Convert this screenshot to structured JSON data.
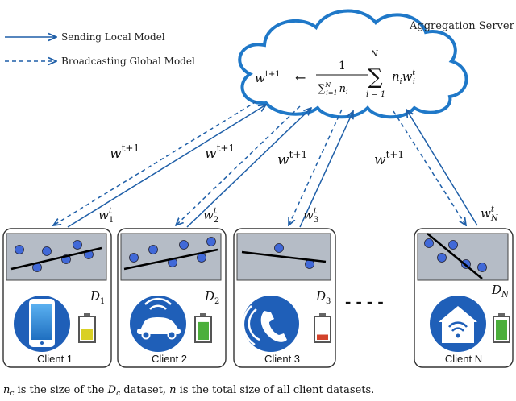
{
  "legend": {
    "sending_label": "Sending Local Model",
    "broadcasting_label": "Broadcasting Global Model",
    "colors": {
      "arrow": "#1f5fa8"
    }
  },
  "server": {
    "title": "Aggregation Server",
    "formula_lhs": "w",
    "formula_lhs_sup": "t+1",
    "formula_arrow": "←",
    "formula_numerator": "1",
    "formula_denominator": "∑",
    "formula_den_sup": "N",
    "formula_den_sub": "i=1",
    "formula_den_tail": "n",
    "formula_den_tail_sub": "i",
    "sum_symbol": "∑",
    "sum_top": "N",
    "sum_bottom": "i = 1",
    "sum_term": "n",
    "sum_term_sub": "i",
    "sum_term_w": "w",
    "sum_term_w_sub": "i",
    "sum_term_w_sup": "t",
    "cloud_color": "#1f78c8"
  },
  "arrows": {
    "global_label_base": "w",
    "global_label_sup": "t+1",
    "local_label_base": "w",
    "local_label_sup": "t"
  },
  "clients": [
    {
      "name": "Client 1",
      "dataset": "D",
      "dataset_sub": "1",
      "local_sub": "1",
      "device": "phone-icon",
      "battery_level": 0.5,
      "battery_color": "#d9d024"
    },
    {
      "name": "Client 2",
      "dataset": "D",
      "dataset_sub": "2",
      "local_sub": "2",
      "device": "car-icon",
      "battery_level": 0.85,
      "battery_color": "#4caf3b"
    },
    {
      "name": "Client 3",
      "dataset": "D",
      "dataset_sub": "3",
      "local_sub": "3",
      "device": "call-icon",
      "battery_level": 0.25,
      "battery_color": "#d3432b"
    },
    {
      "name": "Client N",
      "dataset": "D",
      "dataset_sub": "N",
      "local_sub": "N",
      "device": "home-icon",
      "battery_level": 0.95,
      "battery_color": "#4caf3b"
    }
  ],
  "ellipsis": "- - - -",
  "caption": {
    "p1": "n",
    "p1_sub": "c",
    "p2": " is the size of the ",
    "p3": "D",
    "p3_sub": "c",
    "p4": " dataset, ",
    "p5": "n",
    "p6": " is the total size of all client datasets."
  }
}
